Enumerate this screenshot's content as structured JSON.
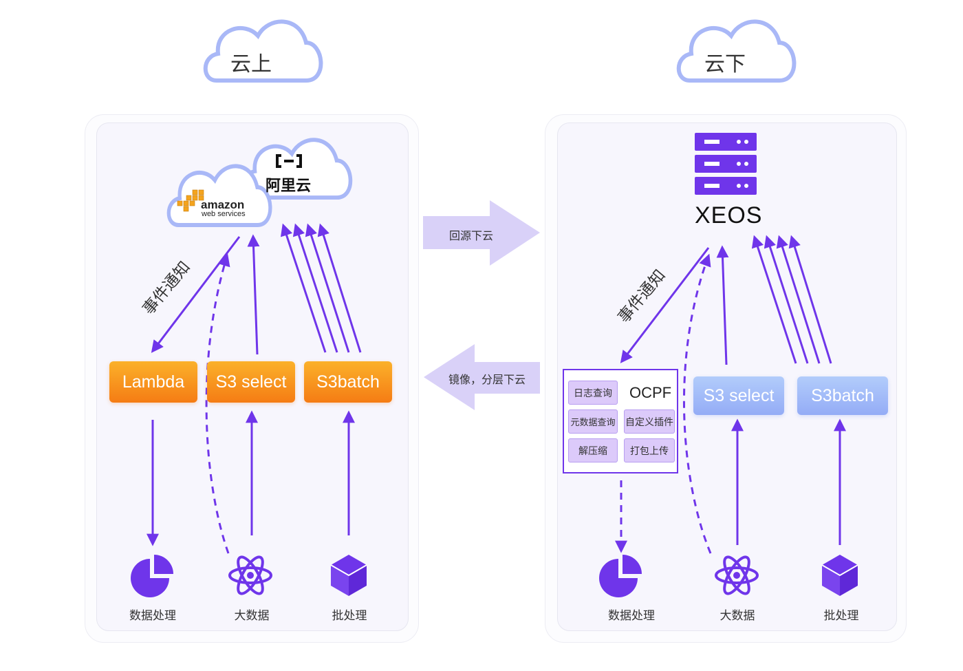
{
  "clouds": {
    "left": "云上",
    "right": "云下"
  },
  "left_panel": {
    "aliyun_text": "阿里云",
    "aws_text_main": "amazon",
    "aws_text_sub": "web services",
    "event_label": "事件通知",
    "services": [
      "Lambda",
      "S3 select",
      "S3batch"
    ],
    "bottom_labels": [
      "数据处理",
      "大数据",
      "批处理"
    ]
  },
  "middle": {
    "top_banner": "回源下云",
    "bottom_banner": "镜像，分层下云"
  },
  "right_panel": {
    "title": "XEOS",
    "event_label": "事件通知",
    "ocpf": {
      "title": "OCPF",
      "items": [
        "日志查询",
        "元数据查询",
        "自定义插件",
        "解压缩",
        "打包上传"
      ]
    },
    "services": [
      "S3 select",
      "S3batch"
    ],
    "bottom_labels": [
      "数据处理",
      "大数据",
      "批处理"
    ]
  },
  "colors": {
    "accent_purple": "#6f35ea",
    "cloud_outline": "#a9b8f7",
    "arrow_banner": "#d9d1f8",
    "orange": "#f57c14",
    "light_blue": "#a3bcf8"
  },
  "icons": [
    "cloud-icon",
    "aliyun-logo",
    "aws-logo",
    "server-icon",
    "pie-chart-icon",
    "atom-icon",
    "cube-icon"
  ]
}
